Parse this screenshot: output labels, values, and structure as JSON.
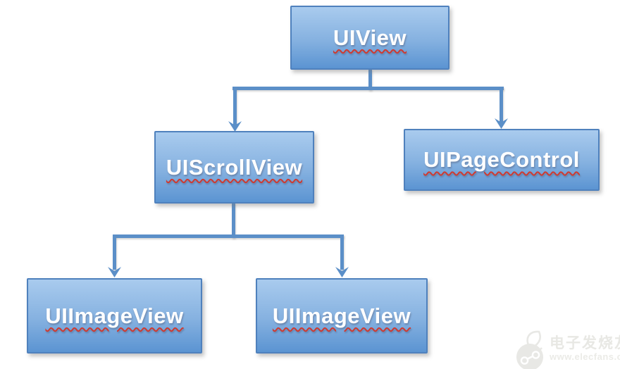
{
  "diagram": {
    "type": "tree",
    "description": "UIKit view hierarchy diagram",
    "nodes": [
      {
        "id": "uiview",
        "label": "UIView"
      },
      {
        "id": "uiscrollview",
        "label": "UIScrollView"
      },
      {
        "id": "uipagecontrol",
        "label": "UIPageControl"
      },
      {
        "id": "uiimageview_left",
        "label": "UIImageView"
      },
      {
        "id": "uiimageview_right",
        "label": "UIImageView"
      }
    ],
    "edges": [
      {
        "from": "UIView",
        "to": "UIScrollView"
      },
      {
        "from": "UIView",
        "to": "UIPageControl"
      },
      {
        "from": "UIScrollView",
        "to": "UIImageView (left)"
      },
      {
        "from": "UIScrollView",
        "to": "UIImageView (right)"
      }
    ],
    "colors": {
      "node_fill_top": "#a9cbee",
      "node_fill_bottom": "#5b94d2",
      "node_border": "#4f81bd",
      "connector": "#5b8fc8",
      "label_text": "#ffffff",
      "spellcheck_underline": "#cf3a30"
    }
  },
  "watermark": {
    "site_name": "电子发烧友",
    "site_url": "www.elecfans.com",
    "color": "#e8e8e4"
  }
}
